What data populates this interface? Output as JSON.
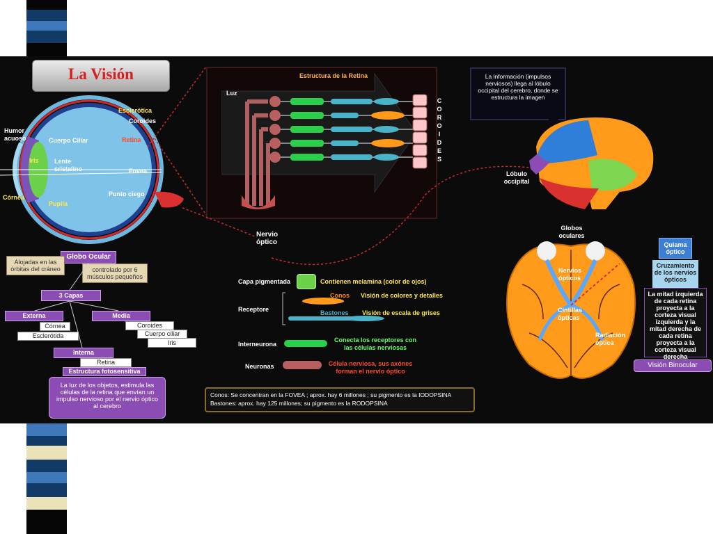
{
  "title": "La Visión",
  "eye": {
    "humor_acuoso": "Humor acuoso",
    "iris": "Iris",
    "cornea": "Córnea",
    "cuerpo_ciliar": "Cuerpo Ciliar",
    "lente": "Lente cristalino",
    "pupila": "Pupila",
    "esclerotica": "Esclerótica",
    "coroides": "Coroides",
    "retina": "Retina",
    "fovea": "Fovea",
    "punto_ciego": "Punto ciego"
  },
  "globo": {
    "title": "Globo Ocular",
    "alojadas": "Alojadas en las órbitas del cráneo",
    "controlado": "controlado por 6 músculos pequeños",
    "capas": "3 Capas",
    "externa": "Externa",
    "cornea": "Córnea",
    "esclerotida": "Esclerótida",
    "media": "Media",
    "coroides": "Coroides",
    "cuerpo_ciliar": "Cuerpo ciliar",
    "iris": "Iris",
    "interna": "Interna",
    "retina": "Retina",
    "estructura": "Estructura fotosensitiva",
    "desc": "La luz de los objetos, estimula las células de la retina que envían un impulso nervioso por el nervio óptico al cerebro"
  },
  "retina": {
    "title": "Estructura de la Retina",
    "luz": "Luz",
    "coroides_letters": [
      "C",
      "O",
      "R",
      "O",
      "I",
      "D",
      "E",
      "S"
    ],
    "nervio": "Nervio óptico"
  },
  "legend": {
    "capa": "Capa pigmentada",
    "capa_desc": "Contienen melamina (color de ojos)",
    "receptor": "Receptore",
    "conos": "Conos",
    "conos_desc": "Visión de colores y detalles",
    "bastones": "Bastones",
    "bastones_desc": "Visión de escala de grises",
    "interneurona": "Interneurona",
    "interneurona_desc": "Conecta los receptores con las células nerviosas",
    "neuronas": "Neuronas",
    "neuronas_desc": "Célula nerviosa, sus axónes forman el nervio óptico"
  },
  "note": {
    "line1": "Conos:  Se concentran en la FOVEA ; aprox. hay 6 millones ; su pigmento es la IODOPSINA",
    "line2": "Bastones: aprox. hay 125 millones; su pigmento es la RODOPSINA"
  },
  "brain": {
    "info": "La información (impulsos nerviosos) llega al lóbulo occipital del cerebro, donde se estructura la imagen",
    "lobulo": "Lóbulo occipital",
    "globos": "Globos oculares",
    "nervios": "Nervios ópticos",
    "cintillas": "Cintillas ópticas",
    "radiacion": "Radiación óptica",
    "quiasma": "Quiama óptico",
    "cruzamiento": "Cruzamiento de los nervios ópticos",
    "mitad": "La mitad izquierda de cada retina proyecta a la corteza visual izquierda y la mitad derecha de cada retina proyecta a la corteza visual derecha",
    "binocular": "Visión Binocular"
  },
  "colors": {
    "stripe_dark": "#123a66",
    "stripe_mid": "#3f78b8",
    "stripe_cream": "#e9e3b7",
    "stripe_black": "#050505",
    "panel": "#0b0b0b",
    "purple": "#8b4cb3",
    "orange": "#ff8a00"
  }
}
